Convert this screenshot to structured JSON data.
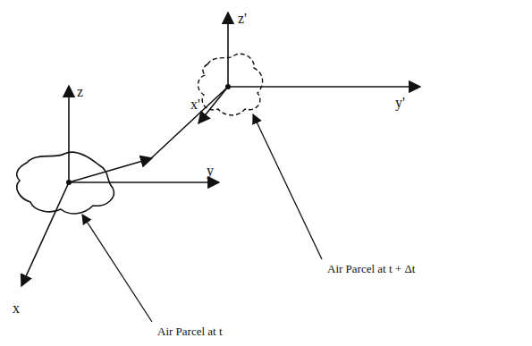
{
  "diagram": {
    "labels": [
      "z",
      "y",
      "x",
      "z'",
      "y'",
      "x'",
      "Air Parcel at t + Δt",
      "Air Parcel at t"
    ]
  }
}
